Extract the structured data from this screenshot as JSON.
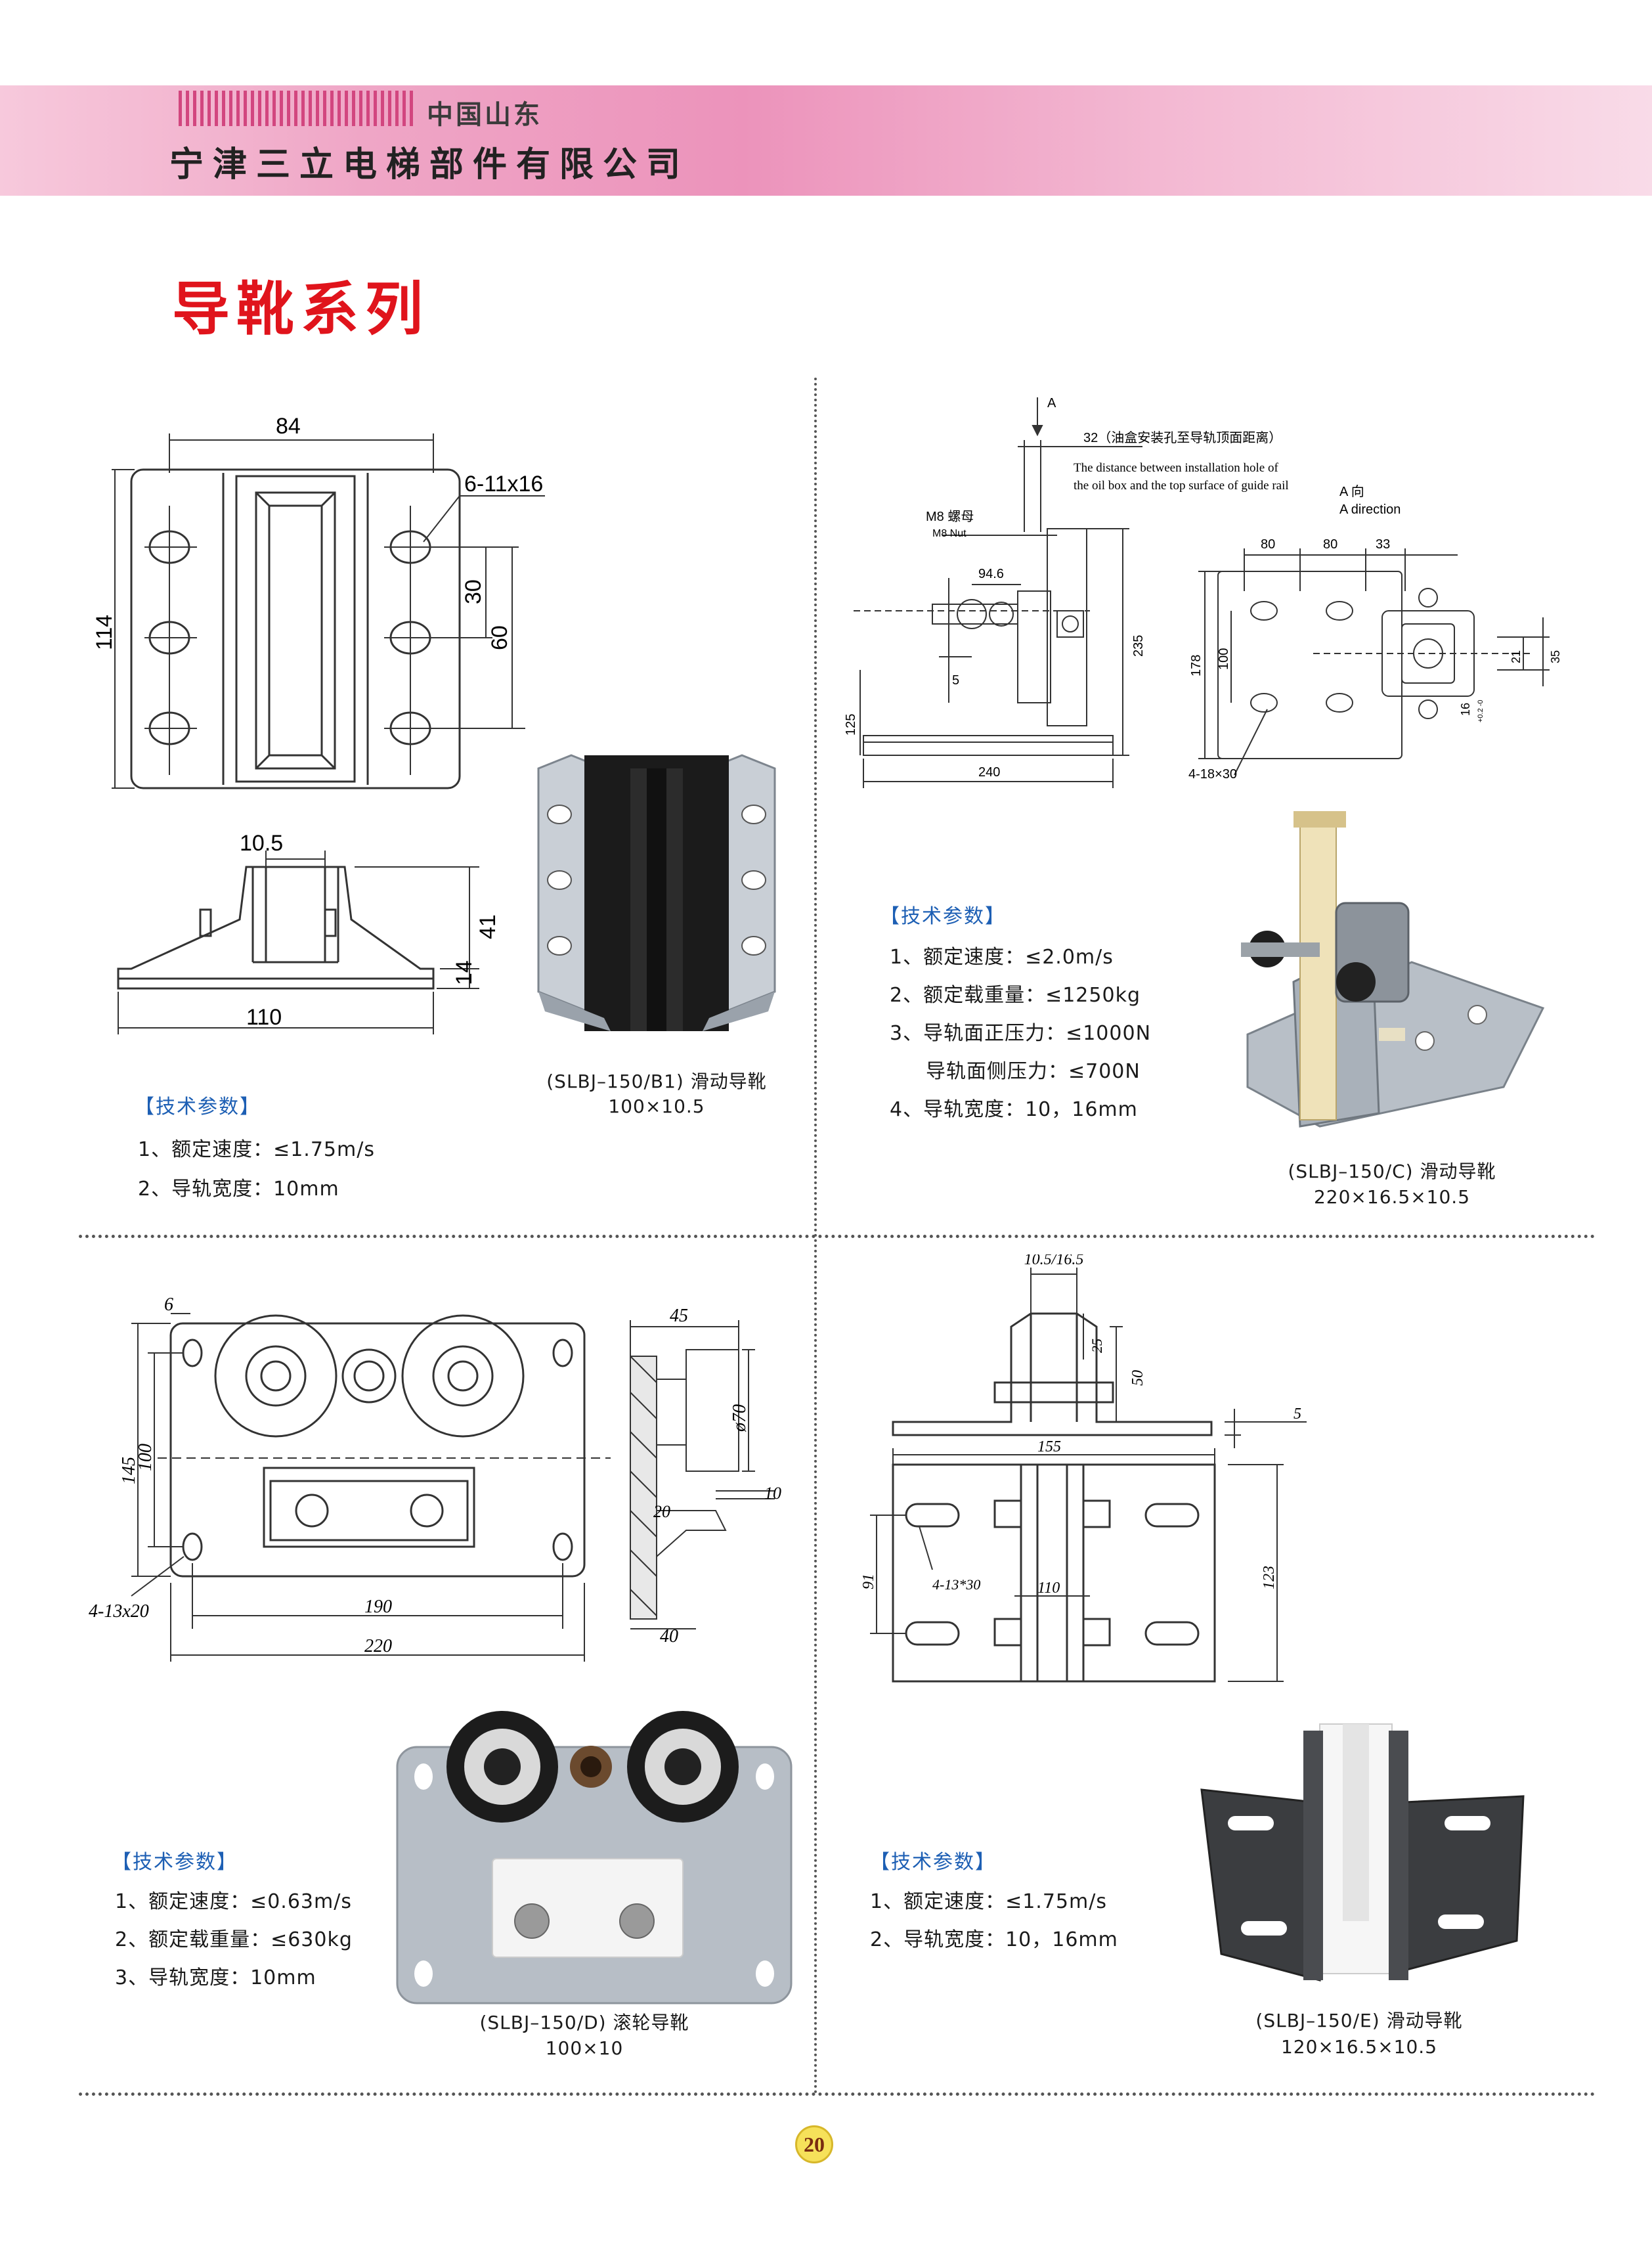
{
  "header": {
    "region": "中国山东",
    "company": "宁津三立电梯部件有限公司"
  },
  "page_title": "导靴系列",
  "sections": {
    "b1": {
      "drawing": {
        "w84": "84",
        "holes": "6-11x16",
        "h114": "114",
        "d30": "30",
        "d60": "60",
        "w10_5": "10.5",
        "h41": "41",
        "h14": "14",
        "w110": "110"
      },
      "params_heading": "【技术参数】",
      "params": [
        "1、额定速度：≤1.75m/s",
        "2、导轨宽度：10mm"
      ],
      "caption_model": "(SLBJ–150/B1) 滑动导靴",
      "caption_size": "100×10.5"
    },
    "c": {
      "drawing": {
        "arrow_a": "A",
        "d32": "32（油盒安装孔至导轨顶面距离）",
        "en1": "The distance between installation hole of",
        "en2": "the oil box and the top surface of guide rail",
        "a_dir_cn": "A 向",
        "a_dir_en": "A direction",
        "nut_cn": "M8 螺母",
        "nut_en": "M8 Nut",
        "d94_6": "94.6",
        "d5": "5",
        "d125": "125",
        "d235": "235",
        "d240": "240",
        "d80a": "80",
        "d80b": "80",
        "d33": "33",
        "d178": "178",
        "d100": "100",
        "d21": "21",
        "d35": "35",
        "d16": "16",
        "tol": "+0.2\n-0",
        "holes": "4-18×30"
      },
      "params_heading": "【技术参数】",
      "params": [
        "1、额定速度：≤2.0m/s",
        "2、额定载重量：≤1250kg",
        "3、导轨面正压力：≤1000N",
        "导轨面侧压力：≤700N",
        "4、导轨宽度：10，16mm"
      ],
      "caption_model": "(SLBJ–150/C) 滑动导靴",
      "caption_size": "220×16.5×10.5"
    },
    "d": {
      "drawing": {
        "d6": "6",
        "d145": "145",
        "d100": "100",
        "holes": "4-13x20",
        "d190": "190",
        "d220": "220",
        "d45": "45",
        "d70": "ø70",
        "d10": "10",
        "d20": "20",
        "d40": "40"
      },
      "params_heading": "【技术参数】",
      "params": [
        "1、额定速度：≤0.63m/s",
        "2、额定载重量：≤630kg",
        "3、导轨宽度：10mm"
      ],
      "caption_model": "(SLBJ–150/D) 滚轮导靴",
      "caption_size": "100×10"
    },
    "e": {
      "drawing": {
        "d10_5": "10.5/16.5",
        "d25": "25",
        "d50": "50",
        "d5": "5",
        "d155": "155",
        "holes": "4-13*30",
        "d91": "91",
        "d110": "110",
        "d123": "123"
      },
      "params_heading": "【技术参数】",
      "params": [
        "1、额定速度：≤1.75m/s",
        "2、导轨宽度：10，16mm"
      ],
      "caption_model": "(SLBJ–150/E) 滑动导靴",
      "caption_size": "120×16.5×10.5"
    }
  },
  "page_number": "20",
  "colors": {
    "title_red": "#e0141c",
    "param_blue": "#1d5fb4",
    "header_pink": "#ec93bb"
  }
}
